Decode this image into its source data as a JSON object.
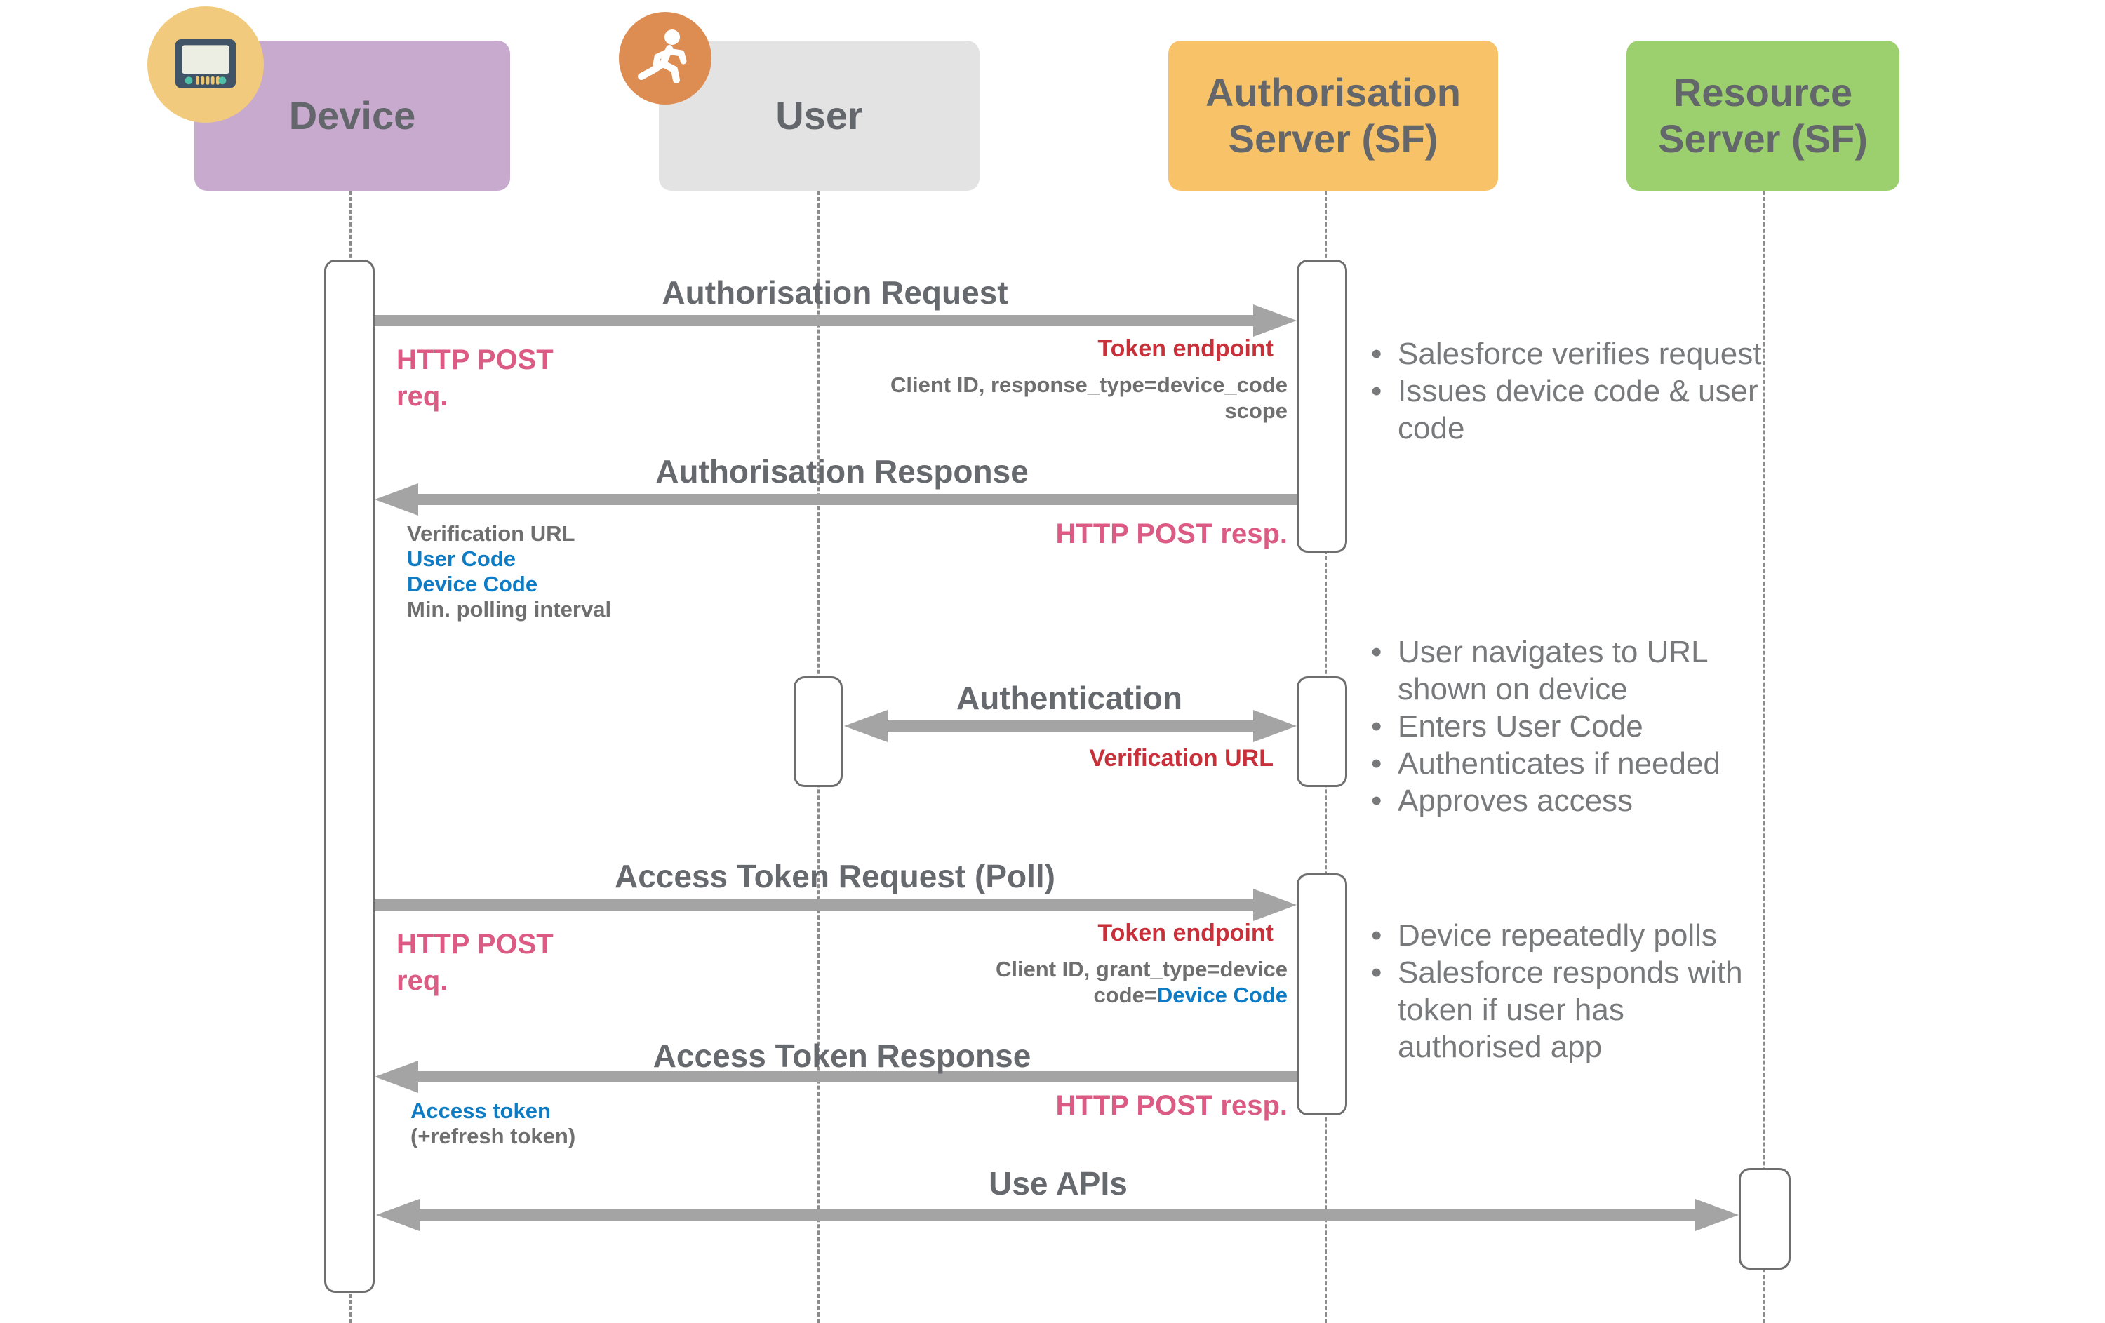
{
  "actors": [
    {
      "label": "Device"
    },
    {
      "label": "User"
    },
    {
      "label": "Authorisation Server (SF)"
    },
    {
      "label": "Resource Server (SF)"
    }
  ],
  "messages": [
    {
      "title": "Authorisation Request"
    },
    {
      "title": "Authorisation Response"
    },
    {
      "title": "Authentication"
    },
    {
      "title": "Access Token Request (Poll)"
    },
    {
      "title": "Access Token Response"
    },
    {
      "title": "Use APIs"
    }
  ],
  "labels": {
    "http_post_req": "HTTP POST\nreq.",
    "http_post_resp": "HTTP POST resp.",
    "token_endpoint": "Token endpoint",
    "auth_req_params_line1": "Client ID, response_type=device_code",
    "auth_req_params_line2": "scope",
    "verification_url": "Verification URL",
    "user_code": "User Code",
    "device_code": "Device Code",
    "min_polling": "Min. polling interval",
    "token_req_params_line1": "Client ID, grant_type=device",
    "token_req_params_line2_prefix": "code=",
    "token_req_params_line2_value": "Device Code",
    "access_token": "Access token",
    "refresh_token": "(+refresh token)"
  },
  "notes": [
    {
      "items": [
        "Salesforce verifies request",
        "Issues device code & user\ncode"
      ]
    },
    {
      "items": [
        "User navigates to URL\nshown on device",
        "Enters User Code",
        "Authenticates if needed",
        "Approves access"
      ]
    },
    {
      "items": [
        "Device repeatedly polls",
        "Salesforce responds with\ntoken if user has\nauthorised app"
      ]
    }
  ],
  "colors": {
    "device_box": "#C8AACE",
    "user_box": "#E3E3E3",
    "auth_box": "#F8C368",
    "resource_box": "#9CCF6E",
    "arrow": "#A4A4A4",
    "pink_label": "#DB5B85",
    "red_label": "#C8303A",
    "blue_label": "#0E7CC4",
    "title_gray": "#66696D",
    "device_icon_bg": "#F2CA7D",
    "user_icon_bg": "#DD8C52"
  }
}
